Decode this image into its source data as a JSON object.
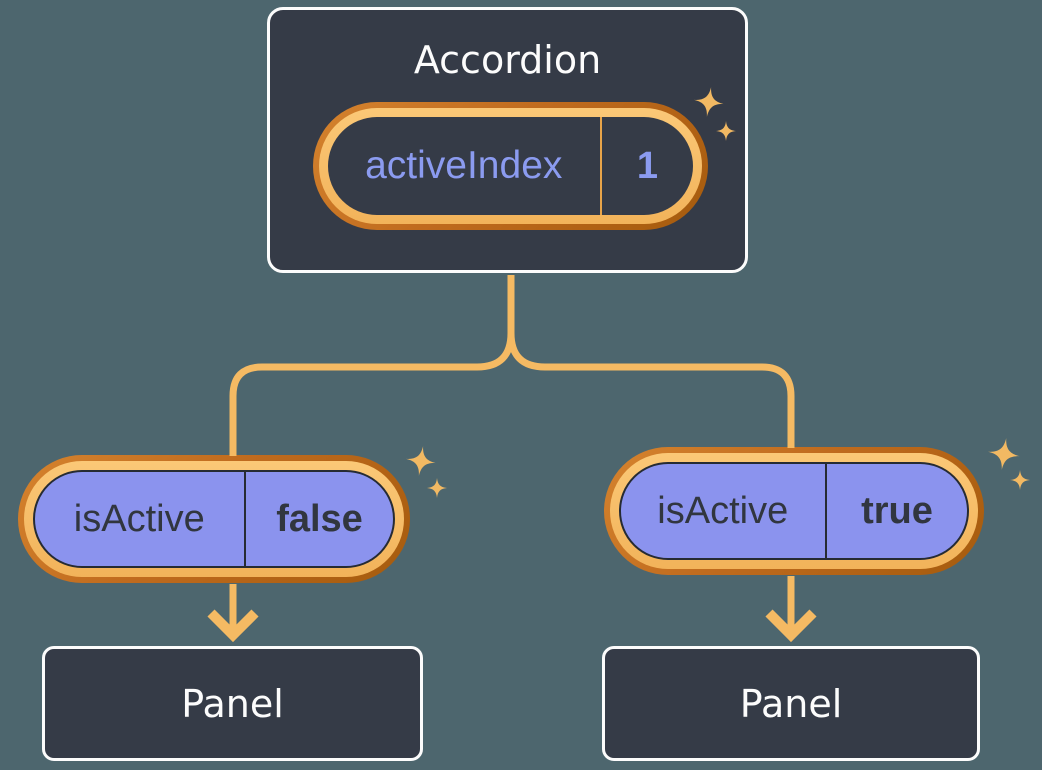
{
  "diagram": {
    "accordion": {
      "title": "Accordion",
      "state": {
        "key": "activeIndex",
        "value": "1"
      }
    },
    "items": [
      {
        "state": {
          "key": "isActive",
          "value": "false"
        },
        "panel": "Panel"
      },
      {
        "state": {
          "key": "isActive",
          "value": "true"
        },
        "panel": "Panel"
      }
    ]
  },
  "colors": {
    "background": "#4D666E",
    "box_fill": "#353B47",
    "box_border": "#FCFCFC",
    "ring_outer_orange": "#C06B1E",
    "ring_inner_orange": "#F9C06C",
    "connector_line": "#F5BA63",
    "sparkle": "#F2B963",
    "pill_purple": "#8B93EE",
    "pill_outline": "#262B33",
    "state_text_purple": "#8B9BF0",
    "state_text_dark": "#31363F",
    "divider_orange": "#E8A449",
    "text_white": "#FCFCFC"
  },
  "icons": {
    "sparkle": "sparkle-icon"
  }
}
